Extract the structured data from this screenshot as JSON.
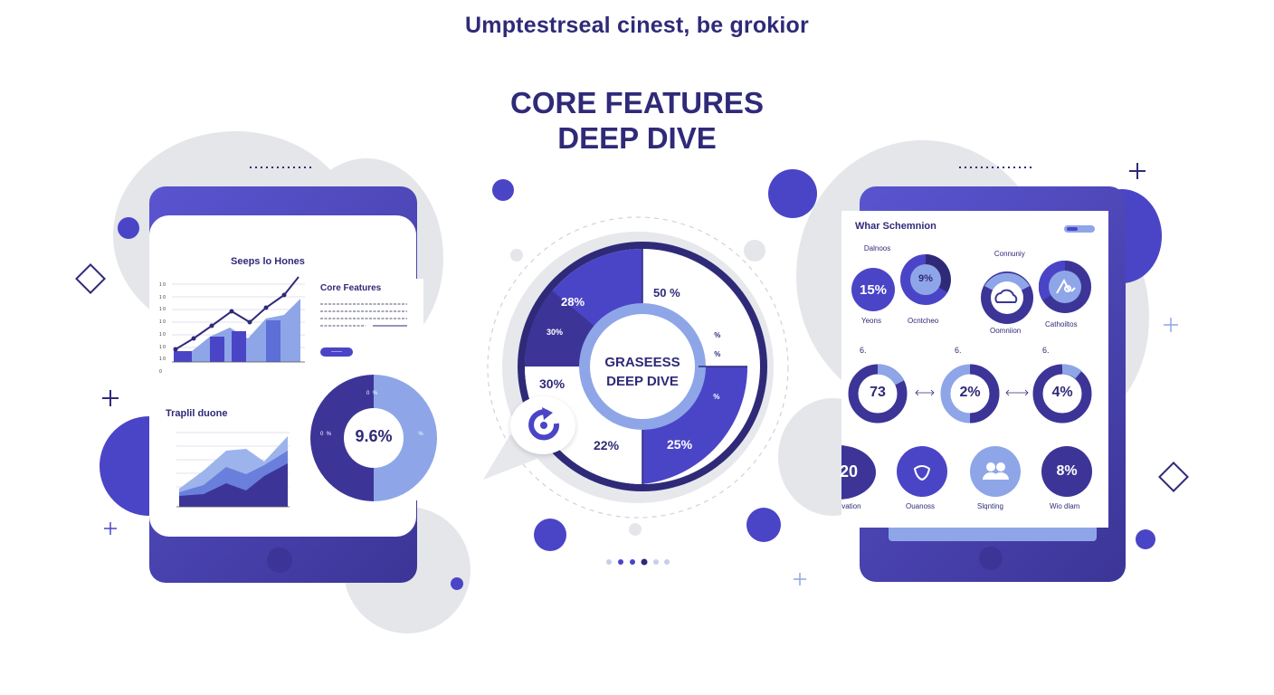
{
  "header": {
    "tagline": "Umptestrseal cinest, be grokior",
    "title_line1": "CORE FEATURES",
    "title_line2": "DEEP DIVE"
  },
  "left_tablet": {
    "line_chart_title": "Seeps lo Hones",
    "line_chart_y_ticks": [
      "1 0",
      "1 0",
      "1 0",
      "1 0",
      "1 0",
      "1 0",
      "1 0",
      "0"
    ],
    "line_chart_x_ticks": [
      "  ",
      "  ",
      "  ",
      "  ",
      "  ",
      "  ",
      "  ",
      "  "
    ],
    "features_title": "Core Features",
    "features_button": "——",
    "area_chart_title": "Traplil duone",
    "donut_value": "9.6%",
    "donut_left_label": "0  %",
    "donut_right_label": "  %",
    "donut_top_label": "0  %"
  },
  "center_wheel": {
    "center_line1": "GRASEESS",
    "center_line2": "DEEP DIVE",
    "segments": {
      "top_left": "28%",
      "top_right": "50 %",
      "left_upper": "30%",
      "left": "30%",
      "right_upper": " %",
      "right_mid": " %",
      "right_lower": " %",
      "bottom_left": "22%",
      "bottom_right": "25%"
    }
  },
  "right_tablet": {
    "title": "Whar Schemnion",
    "row1": [
      {
        "top": "    Dalnoos",
        "value": "15%",
        "bottom": "Yeons"
      },
      {
        "top": "",
        "value": "9%",
        "bottom": "Ocntcheo"
      },
      {
        "top": "    Connuniy",
        "value": "",
        "bottom": "Oomniion"
      },
      {
        "top": "",
        "value": "",
        "bottom": "Cathoiltos"
      }
    ],
    "row2_labels": [
      "6.   ",
      "6.   ",
      "6.   "
    ],
    "row2_values": [
      "73",
      "2%",
      "4%"
    ],
    "row3": [
      {
        "value": "20",
        "label": " vation"
      },
      {
        "value": "",
        "label": "Ouanoss"
      },
      {
        "value": "",
        "label": "Slqnting"
      },
      {
        "value": "8%",
        "label": "Wio dlam"
      }
    ]
  },
  "colors": {
    "primary": "#4a45c6",
    "dark": "#2f2a78",
    "deep": "#3c3597",
    "light": "#8ea6e8",
    "blob": "#e4e6ea"
  }
}
